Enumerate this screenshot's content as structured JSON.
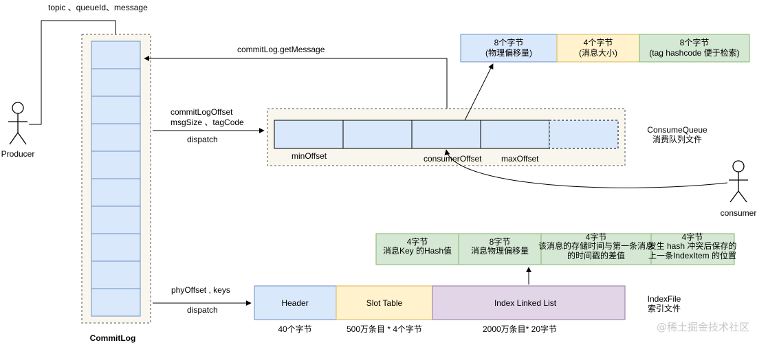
{
  "producer": {
    "label": "Producer"
  },
  "consumer": {
    "label": "consumer"
  },
  "commitlog": {
    "label": "CommitLog",
    "input_label": "topic 、queueId、message",
    "get_message_label": "commitLog.getMessage"
  },
  "consumequeue": {
    "label_line1": "ConsumeQueue",
    "label_line2": "消费队列文件",
    "dispatch_line1": "commitLogOffset",
    "dispatch_line2": "msgSize 、tagCode",
    "dispatch_line3": "dispatch",
    "min_offset": "minOffset",
    "consumer_offset": "consumerOffset",
    "max_offset": "maxOffset",
    "entry_fields": [
      {
        "line1": "8个字节",
        "line2": "(物理偏移量)",
        "color": "#dae8fc"
      },
      {
        "line1": "4个字节",
        "line2": "(消息大小)",
        "color": "#fff2cc"
      },
      {
        "line1": "8个字节",
        "line2": "(tag hashcode 便于检索)",
        "color": "#d5e8d4"
      }
    ]
  },
  "indexfile": {
    "label_line1": "IndexFile",
    "label_line2": "索引文件",
    "dispatch_line1": "phyOffset , keys",
    "dispatch_line2": "dispatch",
    "sections": [
      {
        "name": "Header",
        "size": "40个字节",
        "color": "#dae8fc"
      },
      {
        "name": "Slot Table",
        "size": "500万条目 * 4个字节",
        "color": "#fff2cc"
      },
      {
        "name": "Index Linked List",
        "size": "2000万条目* 20字节",
        "color": "#e1d5e7"
      }
    ],
    "item_fields": [
      {
        "line1": "4字节",
        "line2": "消息Key 的Hash值"
      },
      {
        "line1": "8字节",
        "line2": "消息物理偏移量"
      },
      {
        "line1": "4字节",
        "line2": "该消息的存储时间与第一条消息",
        "line3": "的时间戳的差值"
      },
      {
        "line1": "4字节",
        "line2": "发生 hash 冲突后保存的",
        "line3": "上一条IndexItem 的位置"
      }
    ]
  },
  "watermark": "@稀土掘金技术社区",
  "colors": {
    "blue_fill": "#dae8fc",
    "yellow_fill": "#fff2cc",
    "green_fill": "#d5e8d4",
    "purple_fill": "#e1d5e7",
    "dashed_container": "#f9f7ed"
  }
}
